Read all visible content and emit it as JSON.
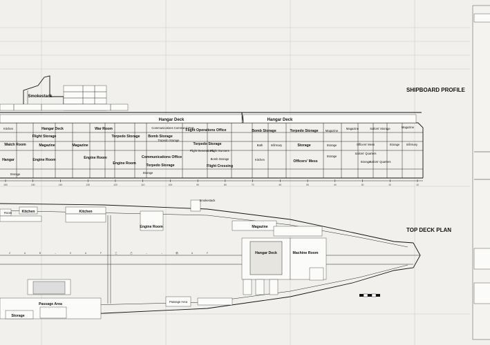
{
  "titles": {
    "profile": "SHIPBOARD PROFILE",
    "deck_plan": "TOP DECK PLAN"
  },
  "profile_rooms": {
    "smokestack": "Smokestack",
    "hangar_deck_left": "Hangar Deck",
    "hangar_deck_right": "Hangar Deck",
    "hangar_deck_lower": "Hangar Deck",
    "war_room": "War Room",
    "flight_storage": "Flight Storage",
    "flight_operations_office": "Flight Operations Office",
    "bomb_storage_upper": "Bomb Storage",
    "bomb_storage_lower": "Bomb Storage",
    "bomb_storage_mid": "Bomb Storage",
    "torpedo_storage_a": "Torpedo Storage",
    "torpedo_storage_b": "Torpedo Storage",
    "torpedo_storage_c": "Torpedo Storage",
    "torpedo_storage_d": "Torpedo Storage",
    "communications_office": "Communications Office",
    "communications_command_post": "Communications Command Post",
    "magazine_a": "Magazine",
    "magazine_b": "Magazine",
    "magazine_c": "Magazine",
    "magazine_d": "Magazine",
    "magazine_e": "Magazine",
    "watch_room": "Watch Room",
    "engine_room_a": "Engine Room",
    "engine_room_b": "Engine Room",
    "engine_room_c": "Engine Room",
    "hangar_low": "Hangar",
    "kitchen_a": "Kitchen",
    "kitchen_b": "Kitchen",
    "storage_a": "Storage",
    "storage_b": "Storage",
    "storage_c": "Storage",
    "storage_d": "Storage",
    "storage_e": "Storage",
    "storage_f": "Storage",
    "storage_g": "Storage",
    "officers_mess_a": "Officers' Mess",
    "officers_mess_b": "Officers' Mess",
    "sailors_quarters_a": "Sailors' Quarters",
    "sailors_quarters_b": "Sailors' Quarters",
    "sailors_storage": "Sailors' Storage",
    "infirmary_a": "Infirmary",
    "infirmary_b": "Infirmary",
    "bath": "Bath",
    "flight_crossing": "Flight Crossing",
    "flight_generations": "Flight Generations",
    "flight_gunners": "Flight Gunners",
    "torpedo_storage_e": "Torpedo Storage"
  },
  "deck_rooms": {
    "kitchen_a": "Kitchen",
    "kitchen_b": "Kitchen",
    "smokestack": "Smokestack",
    "magazine": "Magazine",
    "hangar_deck": "Hangar Deck",
    "machine_room": "Machine Room",
    "passage_area_a": "Passage Area",
    "passage_area_b": "Passage Area",
    "storage": "Storage",
    "engine_room": "Engine Room",
    "room_a": "Room"
  },
  "frame_numbers": [
    "160",
    "150",
    "140",
    "130",
    "120",
    "110",
    "100",
    "90",
    "80",
    "70",
    "60",
    "50",
    "40",
    "30",
    "20",
    "10"
  ],
  "deck_letters": [
    "Z",
    "A",
    "B",
    "→",
    "δ",
    "A",
    "F",
    "工",
    "己",
    "→",
    "→",
    "積",
    "A",
    "F"
  ]
}
